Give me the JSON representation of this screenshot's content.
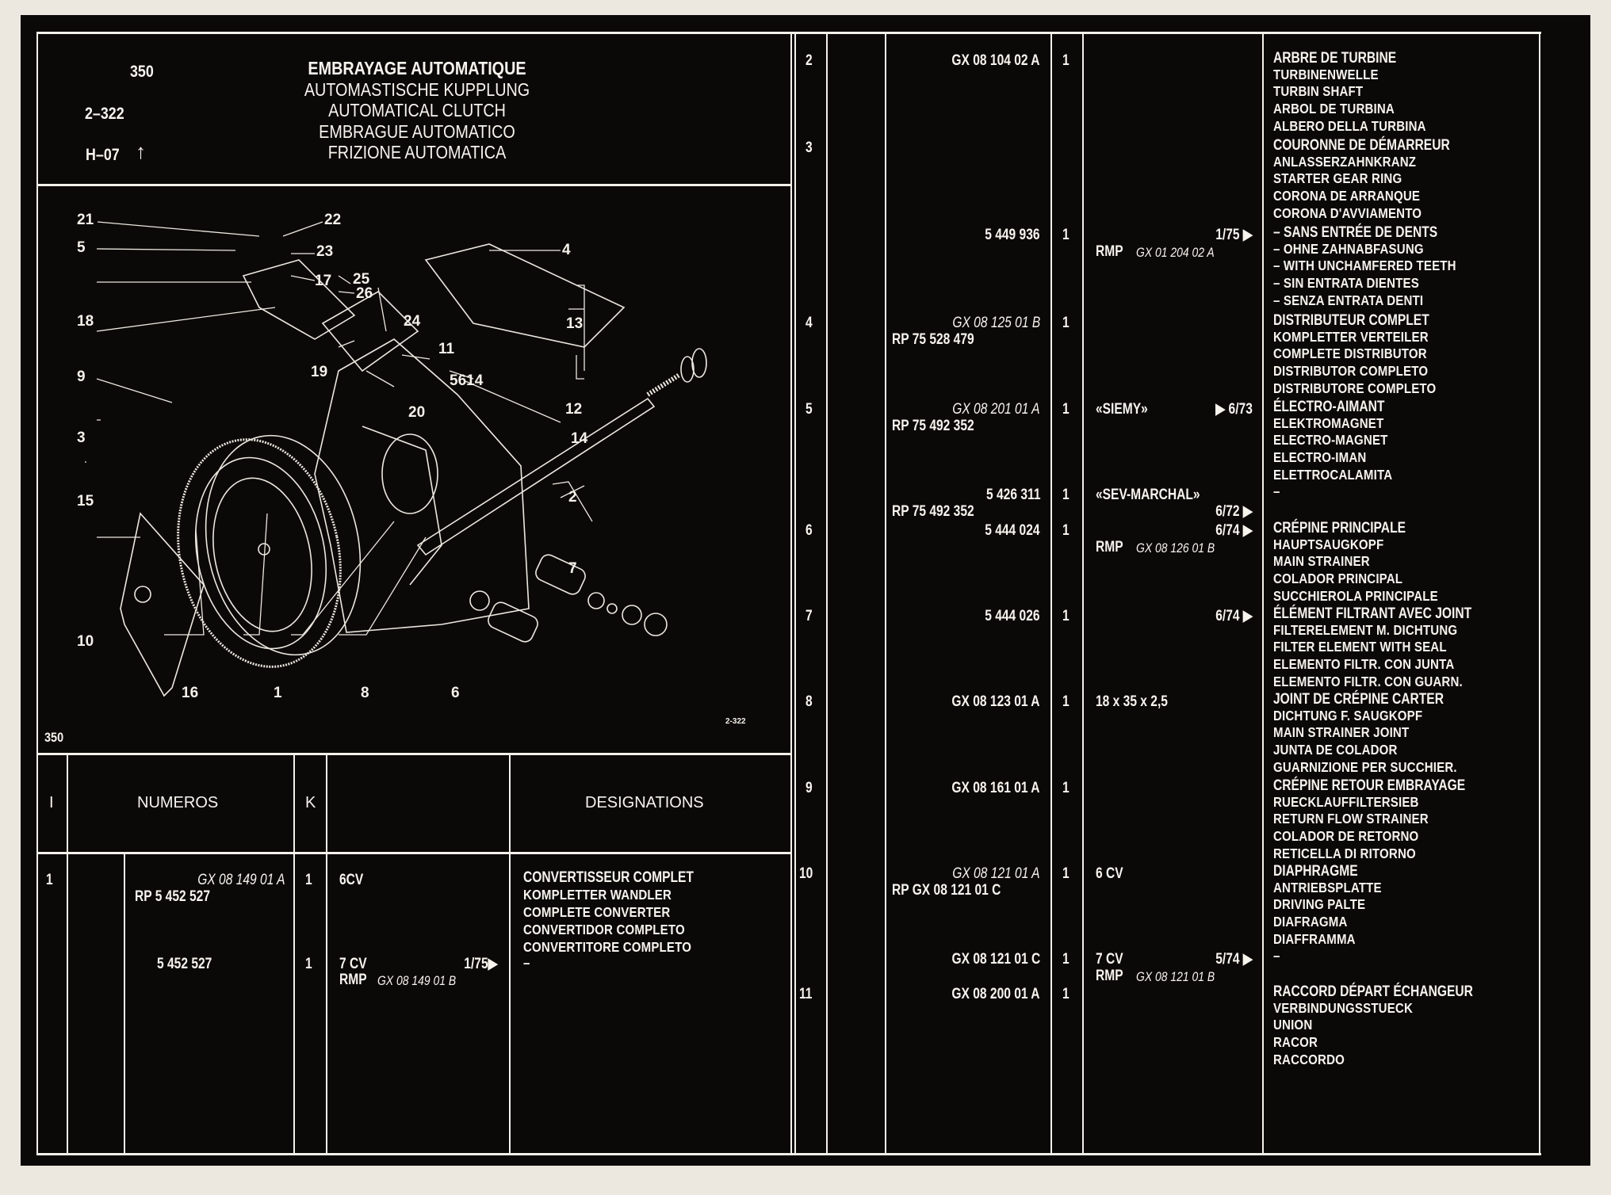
{
  "header": {
    "section_number": "350",
    "plate_ref": "2–322",
    "validity": "H–07",
    "validity_icon": "up-arrow-icon",
    "titles": [
      "EMBRAYAGE AUTOMATIQUE",
      "AUTOMASTISCHE KUPPLUNG",
      "AUTOMATICAL CLUTCH",
      "EMBRAGUE AUTOMATICO",
      "FRIZIONE AUTOMATICA"
    ]
  },
  "diagram": {
    "corner_label": "350",
    "plate_tag": "2-322",
    "callouts": [
      "21",
      "22",
      "5",
      "23",
      "4",
      "17",
      "25",
      "26",
      "18",
      "24",
      "13",
      "11",
      "9",
      "19",
      "5614",
      "20",
      "12",
      "14",
      "3",
      "2",
      "15",
      "7",
      "10",
      "16",
      "1",
      "8",
      "6"
    ]
  },
  "table": {
    "headers": {
      "index": "I",
      "numbers": "NUMEROS",
      "qty": "K",
      "designations": "DESIGNATIONS"
    },
    "left_rows": [
      {
        "index": "1",
        "number": "GX 08 149 01 A",
        "rp": "RP 5 452 527",
        "qty": "1",
        "note": "6CV",
        "designation": [
          "CONVERTISSEUR COMPLET",
          "KOMPLETTER WANDLER",
          "COMPLETE CONVERTER",
          "CONVERTIDOR COMPLETO",
          "CONVERTITORE COMPLETO"
        ]
      },
      {
        "index": "",
        "number": "5 452 527",
        "qty": "1",
        "note": "7 CV",
        "date": "1/75▶",
        "rmp_label": "RMP",
        "rmp_ref": "GX 08 149 01 B",
        "designation": [
          "–"
        ]
      }
    ],
    "right_rows": [
      {
        "index": "2",
        "number": "GX 08 104 02 A",
        "qty": "1",
        "designation": [
          "ARBRE DE TURBINE",
          "TURBINENWELLE",
          "TURBIN SHAFT",
          "ARBOL DE TURBINA",
          "ALBERO DELLA TURBINA"
        ]
      },
      {
        "index": "3",
        "designation": [
          "COURONNE DE DÉMARREUR",
          "ANLASSERZAHNKRANZ",
          "STARTER GEAR RING",
          "CORONA DE ARRANQUE",
          "CORONA D'AVVIAMENTO"
        ]
      },
      {
        "index": "",
        "number": "5 449 936",
        "qty": "1",
        "date": "1/75 ▶",
        "rmp_label": "RMP",
        "rmp_ref": "GX 01 204 02 A",
        "designation": [
          "– SANS ENTRÉE DE DENTS",
          "– OHNE ZAHNABFASUNG",
          "– WITH UNCHAMFERED TEETH",
          "– SIN ENTRATA DIENTES",
          "– SENZA ENTRATA DENTI"
        ]
      },
      {
        "index": "4",
        "number": "GX 08 125 01 B",
        "rp": "RP 75 528 479",
        "qty": "1",
        "designation": [
          "DISTRIBUTEUR COMPLET",
          "KOMPLETTER VERTEILER",
          "COMPLETE DISTRIBUTOR",
          "DISTRIBUTOR COMPLETO",
          "DISTRIBUTORE COMPLETO"
        ]
      },
      {
        "index": "5",
        "number": "GX 08 201 01 A",
        "rp": "RP 75 492 352",
        "qty": "1",
        "note": "«SIEMY»",
        "date": "▶ 6/73",
        "designation": [
          "ÉLECTRO-AIMANT",
          "ELEKTROMAGNET",
          "ELECTRO-MAGNET",
          "ELECTRO-IMAN",
          "ELETTROCALAMITA"
        ]
      },
      {
        "index": "",
        "number": "5 426 311",
        "rp": "RP 75 492 352",
        "qty": "1",
        "note": "«SEV-MARCHAL»",
        "date": "6/72 ▶",
        "designation": [
          "–"
        ]
      },
      {
        "index": "6",
        "number": "5 444 024",
        "qty": "1",
        "date": "6/74 ▶",
        "rmp_label": "RMP",
        "rmp_ref": "GX 08 126 01 B",
        "designation": [
          "CRÉPINE PRINCIPALE",
          "HAUPTSAUGKOPF",
          "MAIN STRAINER",
          "COLADOR PRINCIPAL",
          "SUCCHIEROLA PRINCIPALE"
        ]
      },
      {
        "index": "7",
        "number": "5 444 026",
        "qty": "1",
        "date": "6/74 ▶",
        "designation": [
          "ÉLÉMENT FILTRANT AVEC JOINT",
          "FILTERELEMENT M. DICHTUNG",
          "FILTER ELEMENT WITH SEAL",
          "ELEMENTO FILTR. CON JUNTA",
          "ELEMENTO FILTR. CON  GUARN."
        ]
      },
      {
        "index": "8",
        "number": "GX 08 123 01 A",
        "qty": "1",
        "note": "18 x 35 x 2,5",
        "designation": [
          "JOINT DE CRÉPINE CARTER",
          "DICHTUNG F. SAUGKOPF",
          "MAIN STRAINER JOINT",
          "JUNTA DE COLADOR",
          "GUARNIZIONE PER SUCCHIER."
        ]
      },
      {
        "index": "9",
        "number": "GX 08 161 01 A",
        "qty": "1",
        "designation": [
          "CRÉPINE RETOUR EMBRAYAGE",
          "RUECKLAUFFILTERSIEB",
          "RETURN FLOW STRAINER",
          "COLADOR DE RETORNO",
          "RETICELLA DI RITORNO"
        ]
      },
      {
        "index": "10",
        "number": "GX 08 121 01 A",
        "rp": "RP GX 08 121 01 C",
        "qty": "1",
        "note": "6 CV",
        "designation": [
          "DIAPHRAGME",
          "ANTRIEBSPLATTE",
          "DRIVING PALTE",
          "DIAFRAGMA",
          "DIAFFRAMMA"
        ]
      },
      {
        "index": "",
        "number": "GX 08 121 01 C",
        "qty": "1",
        "note": "7 CV",
        "date": "5/74 ▶",
        "rmp_label": "RMP",
        "rmp_ref": "GX 08 121 01 B",
        "designation": [
          "–"
        ]
      },
      {
        "index": "11",
        "number": "GX 08 200 01 A",
        "qty": "1",
        "designation": [
          "RACCORD DÉPART ÉCHANGEUR",
          "VERBINDUNGSSTUECK",
          "UNION",
          "RACOR",
          "RACCORDO"
        ]
      }
    ]
  }
}
